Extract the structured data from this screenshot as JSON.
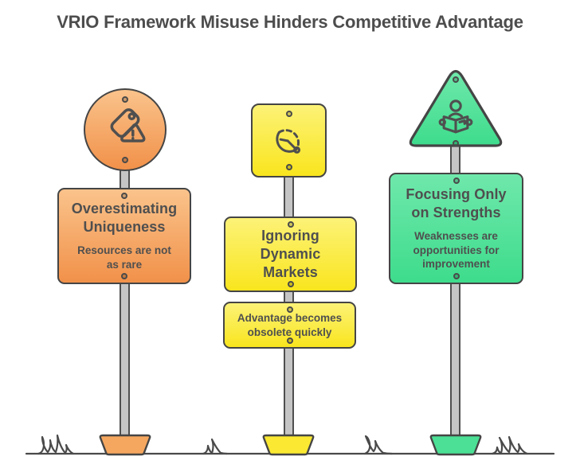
{
  "title": "VRIO Framework Misuse Hinders Competitive Advantage",
  "ground": {
    "line_color": "#4a4a4a"
  },
  "text_color": "#4f4f4f",
  "pole_color": "#c5c5c5",
  "signposts": [
    {
      "name": "overestimating-uniqueness",
      "shape": "circle",
      "icon": "price-tag-warning-icon",
      "heading": "Overestimating\nUniqueness",
      "subtext": "Resources are not\nas rare",
      "colors": {
        "top": "#FAC38B",
        "bottom": "#F1914A",
        "base": "#F6A75F"
      }
    },
    {
      "name": "ignoring-dynamic-markets",
      "shape": "square",
      "icon": "clock-countdown-icon",
      "heading": "Ignoring\nDynamic\nMarkets",
      "subtext": "Advantage becomes\nobsolete quickly",
      "colors": {
        "top": "#FCF277",
        "bottom": "#F9E51E",
        "base": "#FAE832"
      }
    },
    {
      "name": "focusing-only-on-strengths",
      "shape": "triangle",
      "icon": "person-reading-icon",
      "heading": "Focusing Only\non Strengths",
      "subtext": "Weaknesses are\nopportunities for\nimprovement",
      "colors": {
        "top": "#6FE8AB",
        "bottom": "#3EDC8C",
        "base": "#4BE095"
      }
    }
  ]
}
